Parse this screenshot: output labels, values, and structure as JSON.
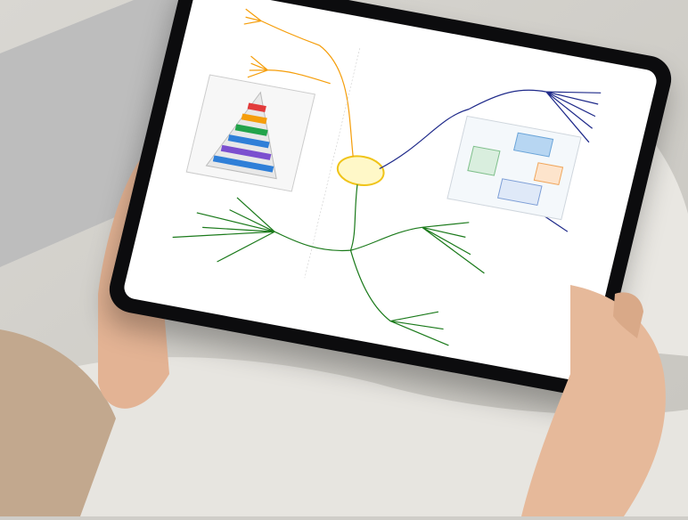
{
  "mindmap": {
    "central_topic": "",
    "branches": [
      {
        "name": "branch-top-left",
        "color": "#f59e0b"
      },
      {
        "name": "branch-right-upper",
        "color": "#1f2a8a"
      },
      {
        "name": "branch-lower",
        "color": "#1b7a1b"
      }
    ]
  },
  "colors": {
    "skin": "#e6b99a",
    "sleeve": "#c2a88e",
    "trousers": "#e7e5e0",
    "sofa": "#bdbdbd",
    "bezel": "#0c0c0e"
  }
}
